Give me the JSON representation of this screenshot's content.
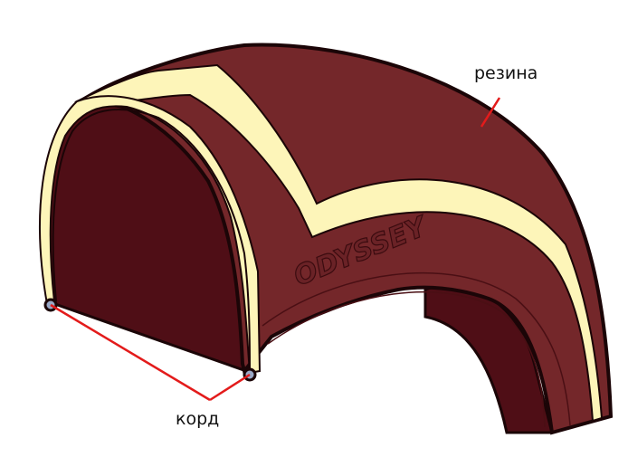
{
  "labels": {
    "rubber": "резина",
    "cord": "корд"
  },
  "brand": {
    "text": "ODYSSEY"
  },
  "colors": {
    "rubber": "#74272a",
    "rubber_inner": "#4f0e16",
    "cream_layer": "#fdf5b9",
    "outline": "#1b0507",
    "callout_line": "#e31b1b",
    "cord_bead": "#9aa8c6"
  }
}
